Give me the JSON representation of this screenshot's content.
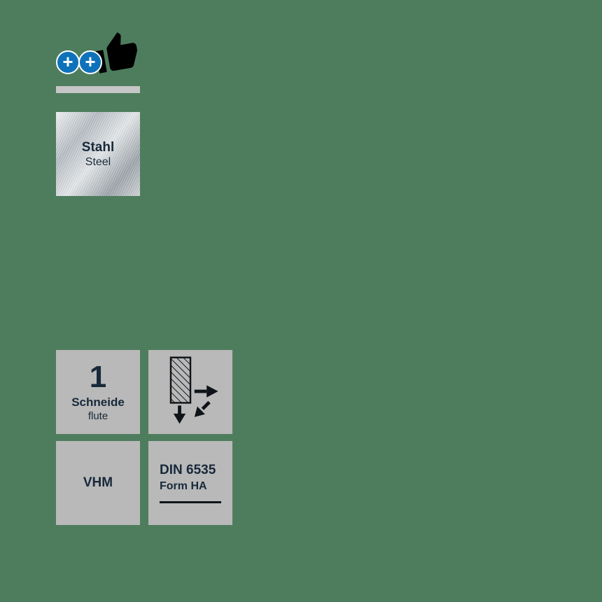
{
  "colors": {
    "background": "#4e7d5e",
    "tile_gray": "#b9b9b9",
    "text_navy": "#18293a",
    "badge_blue": "#0e72ba",
    "divider_gray": "#c6c6c6",
    "icon_black": "#101418"
  },
  "rating_badge": {
    "thumb_icon": "thumbs-up-icon",
    "plus_labels": [
      "+",
      "+"
    ]
  },
  "material_tile": {
    "title": "Stahl",
    "subtitle": "Steel"
  },
  "flute_tile": {
    "count": "1",
    "label": "Schneide",
    "sublabel": "flute"
  },
  "capability_tile": {
    "icon": "plunge-and-side-milling-icon"
  },
  "carbide_tile": {
    "label": "VHM"
  },
  "din_tile": {
    "line1": "DIN 6535",
    "line2": "Form HA",
    "shank_symbol": "straight-shank-line"
  }
}
